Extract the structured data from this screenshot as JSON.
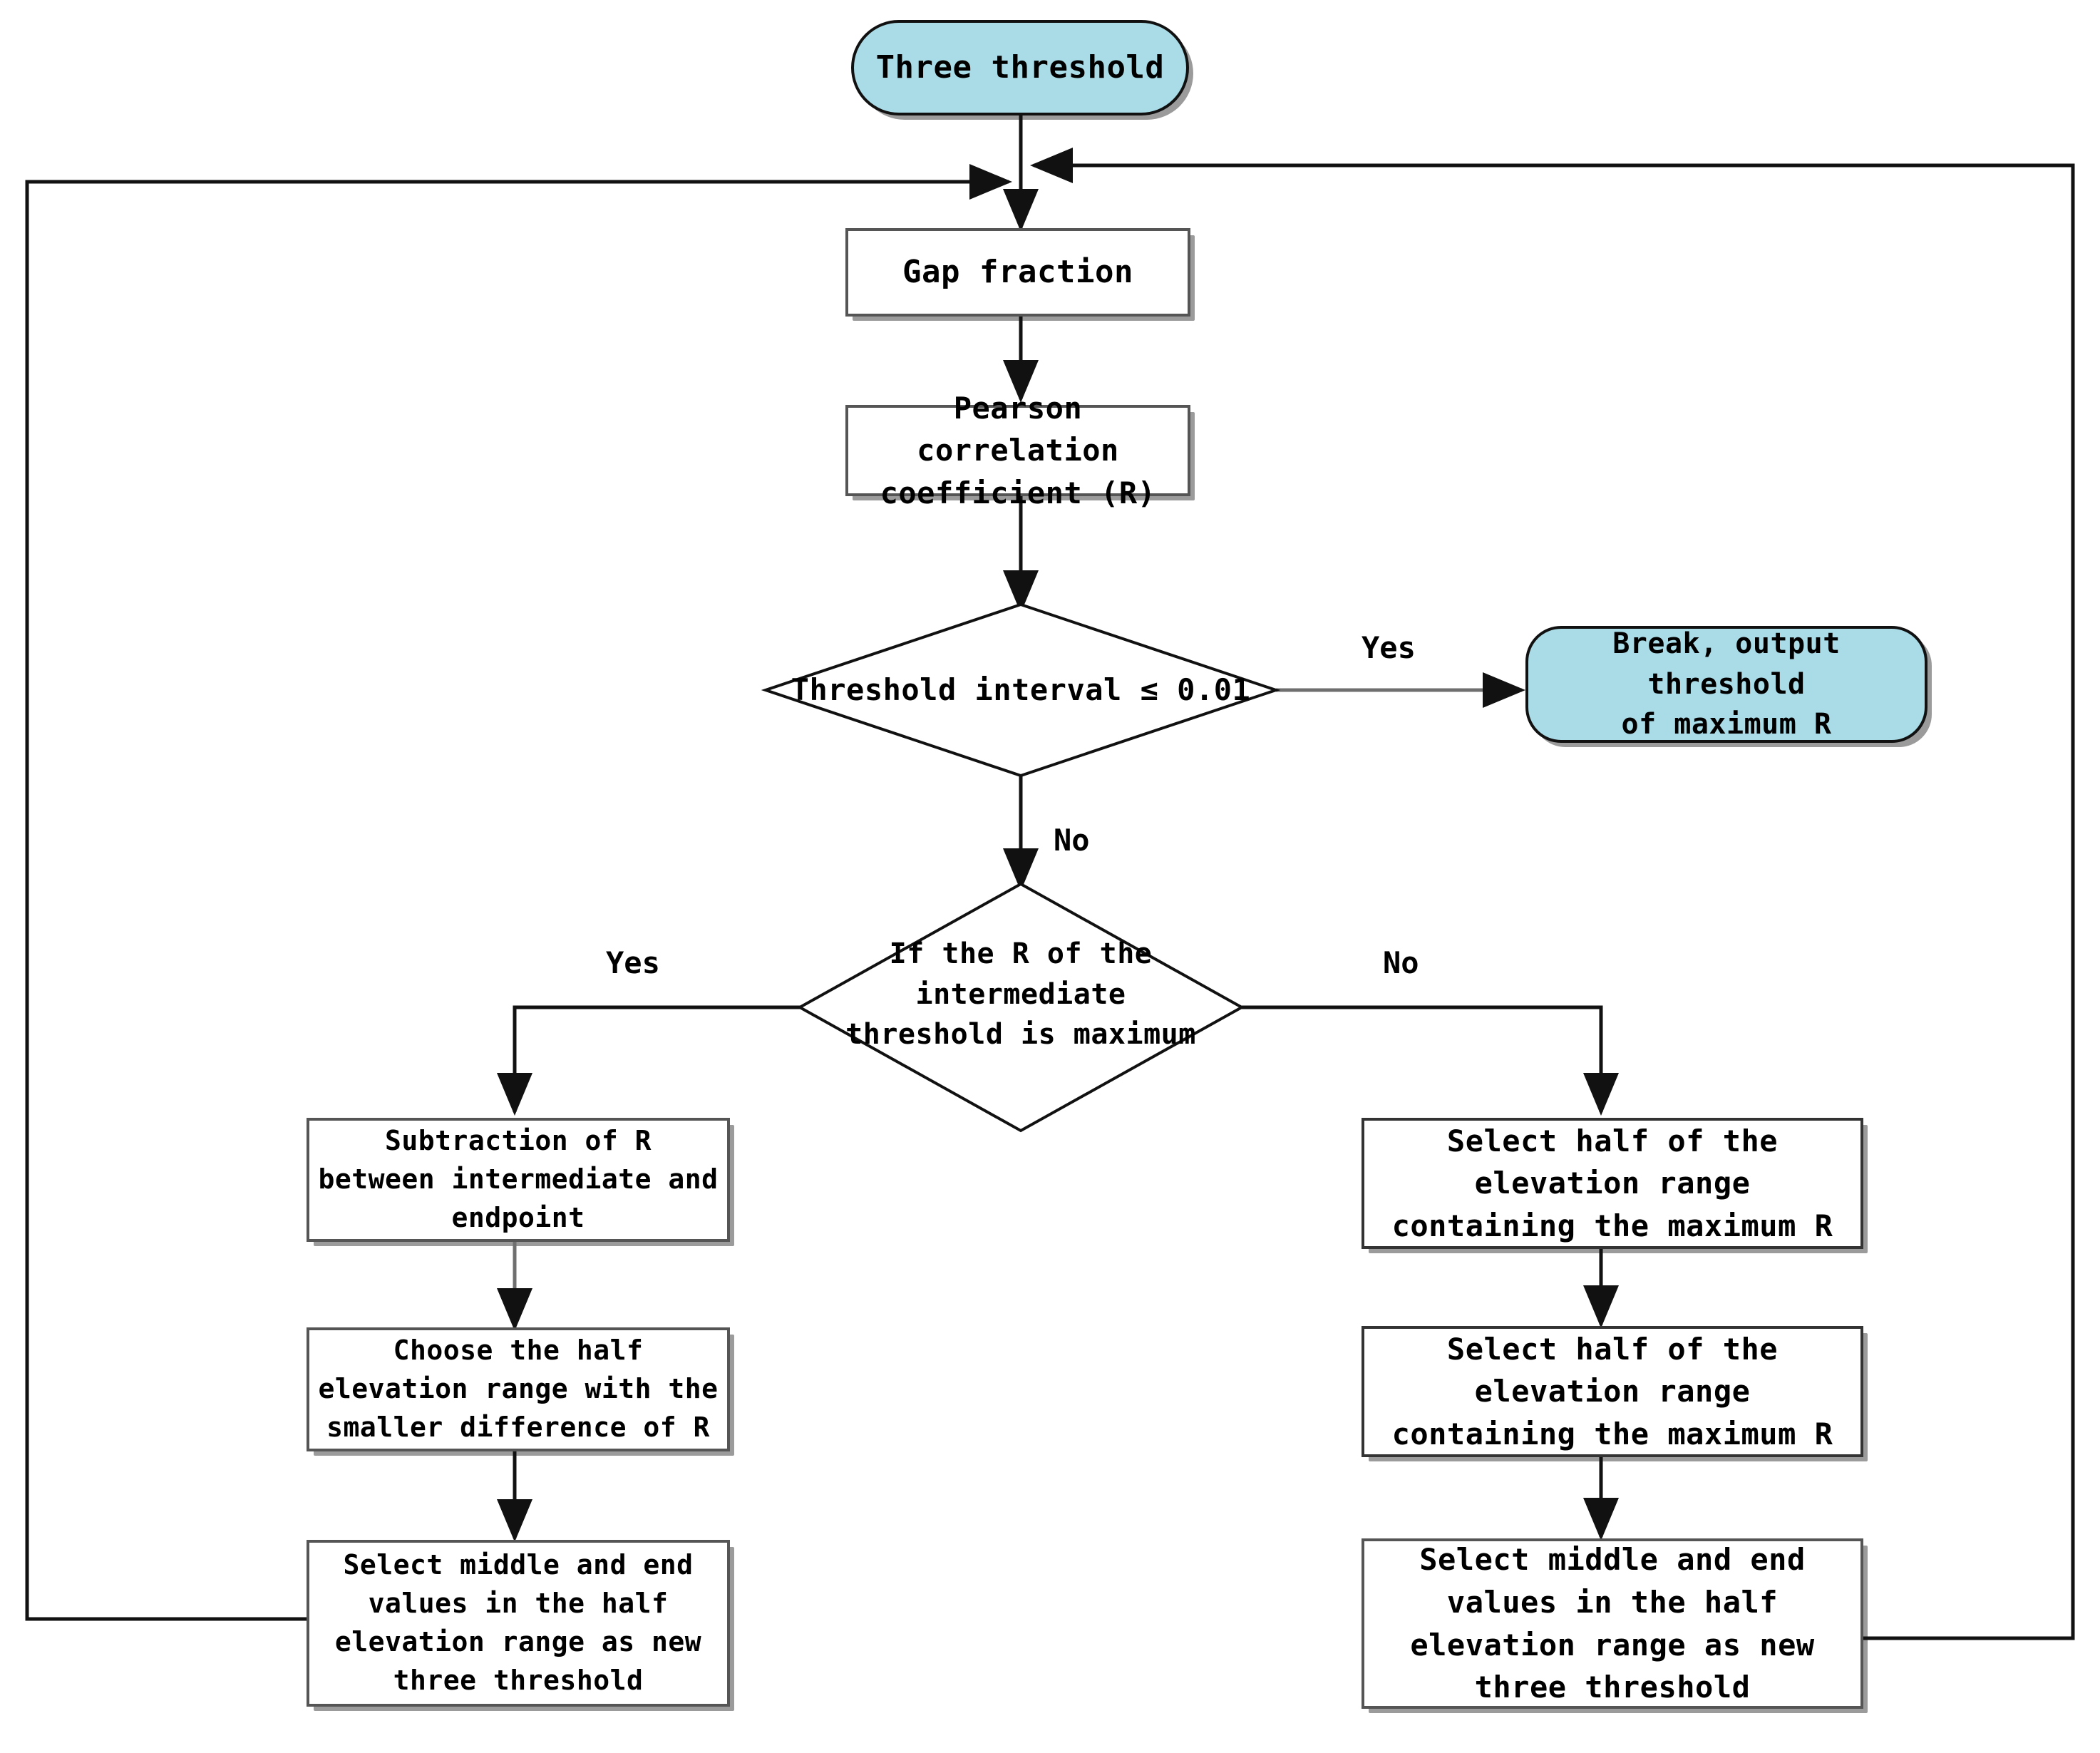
{
  "diagram": {
    "title": "Three threshold search flowchart",
    "colors": {
      "terminator_fill": "#a9dce6",
      "node_stroke": "#111111",
      "process_fill": "#ffffff",
      "shadow": "#808080",
      "text": "#000000",
      "background": "#ffffff"
    },
    "nodes": {
      "start": {
        "label": "Three threshold",
        "shape": "terminator"
      },
      "gap_fraction": {
        "label": "Gap fraction",
        "shape": "process"
      },
      "pearson": {
        "label": "Pearson correlation\ncoefficient (R)",
        "shape": "process"
      },
      "threshold_interval": {
        "label": "Threshold interval ≤ 0.01",
        "shape": "decision"
      },
      "break_output": {
        "label": "Break, output threshold\nof maximum  R",
        "shape": "terminator"
      },
      "intermediate_max": {
        "label": "If the R of the intermediate\nthreshold is maximum",
        "shape": "decision"
      },
      "subtraction": {
        "label": "Subtraction of R\nbetween intermediate and\nendpoint",
        "shape": "process"
      },
      "choose_half": {
        "label": "Choose the half\nelevation range with the\nsmaller difference of R",
        "shape": "process"
      },
      "select_middle_left": {
        "label": "Select middle and end\nvalues in the half\nelevation range as new\nthree threshold",
        "shape": "process"
      },
      "select_half_1": {
        "label": "Select half of the\nelevation range\ncontaining the maximum R",
        "shape": "process"
      },
      "select_half_2": {
        "label": "Select half of the\nelevation range\ncontaining the maximum R",
        "shape": "process"
      },
      "select_middle_right": {
        "label": "Select middle and end\nvalues in the half\nelevation range as new\nthree threshold",
        "shape": "process"
      }
    },
    "edge_labels": {
      "yes_break": "Yes",
      "no_continue": "No",
      "yes_left": "Yes",
      "no_right": "No"
    }
  }
}
